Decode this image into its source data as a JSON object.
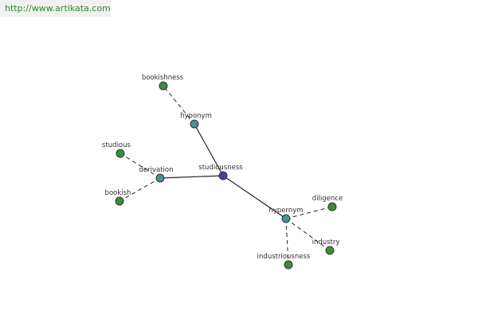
{
  "watermark": {
    "text": "http://www.artikata.com"
  },
  "colors": {
    "leaf": "#3f8a3f",
    "relation": "#4a8f93",
    "center": "#3d4a8f"
  },
  "graph": {
    "nodes": [
      {
        "id": "studiousness",
        "label": "studiousness",
        "kind": "center"
      },
      {
        "id": "hyponym",
        "label": "hyponym",
        "kind": "relation"
      },
      {
        "id": "derivation",
        "label": "derivation",
        "kind": "relation"
      },
      {
        "id": "hypernym",
        "label": "hypernym",
        "kind": "relation"
      },
      {
        "id": "bookishness",
        "label": "bookishness",
        "kind": "leaf"
      },
      {
        "id": "studious",
        "label": "studious",
        "kind": "leaf"
      },
      {
        "id": "bookish",
        "label": "bookish",
        "kind": "leaf"
      },
      {
        "id": "diligence",
        "label": "diligence",
        "kind": "leaf"
      },
      {
        "id": "industry",
        "label": "industry",
        "kind": "leaf"
      },
      {
        "id": "industriousness",
        "label": "industriousness",
        "kind": "leaf"
      }
    ],
    "edges": [
      {
        "from": "studiousness",
        "to": "hyponym",
        "style": "solid"
      },
      {
        "from": "studiousness",
        "to": "derivation",
        "style": "solid"
      },
      {
        "from": "studiousness",
        "to": "hypernym",
        "style": "solid"
      },
      {
        "from": "hyponym",
        "to": "bookishness",
        "style": "dashed"
      },
      {
        "from": "derivation",
        "to": "studious",
        "style": "dashed"
      },
      {
        "from": "derivation",
        "to": "bookish",
        "style": "dashed"
      },
      {
        "from": "hypernym",
        "to": "diligence",
        "style": "dashed"
      },
      {
        "from": "hypernym",
        "to": "industry",
        "style": "dashed"
      },
      {
        "from": "hypernym",
        "to": "industriousness",
        "style": "dashed"
      }
    ]
  }
}
